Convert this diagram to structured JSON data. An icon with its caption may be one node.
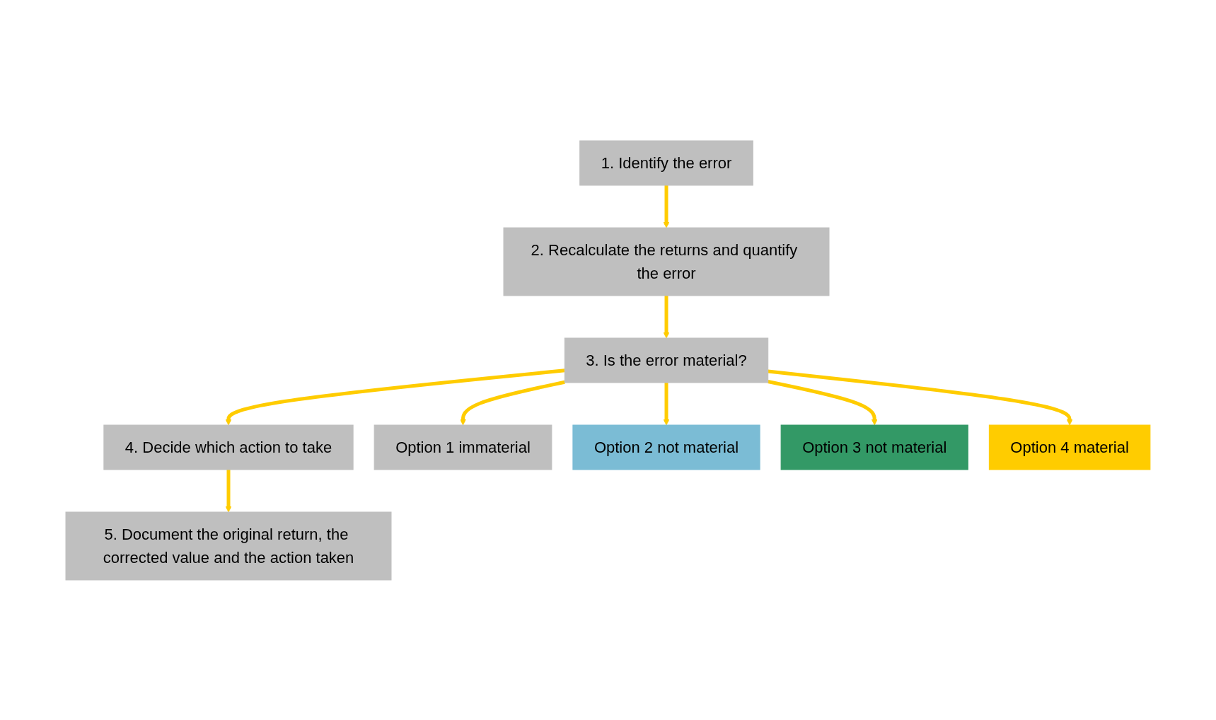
{
  "diagram": {
    "nodes": [
      {
        "text": [
          "1. Identify the error"
        ]
      },
      {
        "text": [
          "2. Recalculate the returns and quantify the error"
        ]
      },
      {
        "text": [
          "3. Is the error material?"
        ]
      },
      {
        "text": [
          "4. Decide which action to take"
        ]
      },
      {
        "text": [
          "5. Document the original return, the corrected value and the action taken"
        ]
      },
      {
        "text": [
          "Option 1 immaterial"
        ]
      },
      {
        "text": [
          "Option 2 not material"
        ]
      },
      {
        "text": [
          "Option 3 not material"
        ]
      },
      {
        "text": [
          "Option 4 material"
        ]
      }
    ],
    "edges": [
      {
        "from": 0,
        "to": 1,
        "arrow": "to"
      },
      {
        "from": 1,
        "to": 2,
        "arrow": "to"
      },
      {
        "from": 2,
        "to": 3,
        "arrow": "to"
      },
      {
        "from": 3,
        "to": 4,
        "arrow": "to"
      },
      {
        "from": 2,
        "to": 5,
        "arrow": "to"
      },
      {
        "from": 2,
        "to": 6,
        "arrow": "to"
      },
      {
        "from": 2,
        "to": 7,
        "arrow": "to"
      },
      {
        "from": 2,
        "to": 8,
        "arrow": "to"
      }
    ]
  }
}
